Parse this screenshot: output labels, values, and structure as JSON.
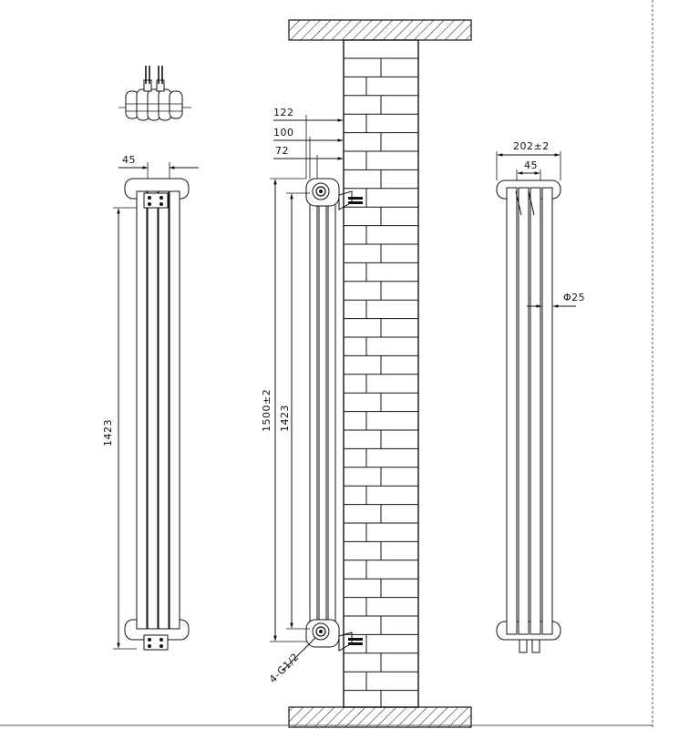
{
  "dimensions": {
    "left_width": "45",
    "left_height": "1423",
    "side_offset_122": "122",
    "side_offset_100": "100",
    "side_offset_72": "72",
    "side_total_height": "1500±2",
    "side_height": "1423",
    "thread": "4-G1/2",
    "right_total_width": "202±2",
    "right_width": "45",
    "right_diameter": "Φ25"
  }
}
